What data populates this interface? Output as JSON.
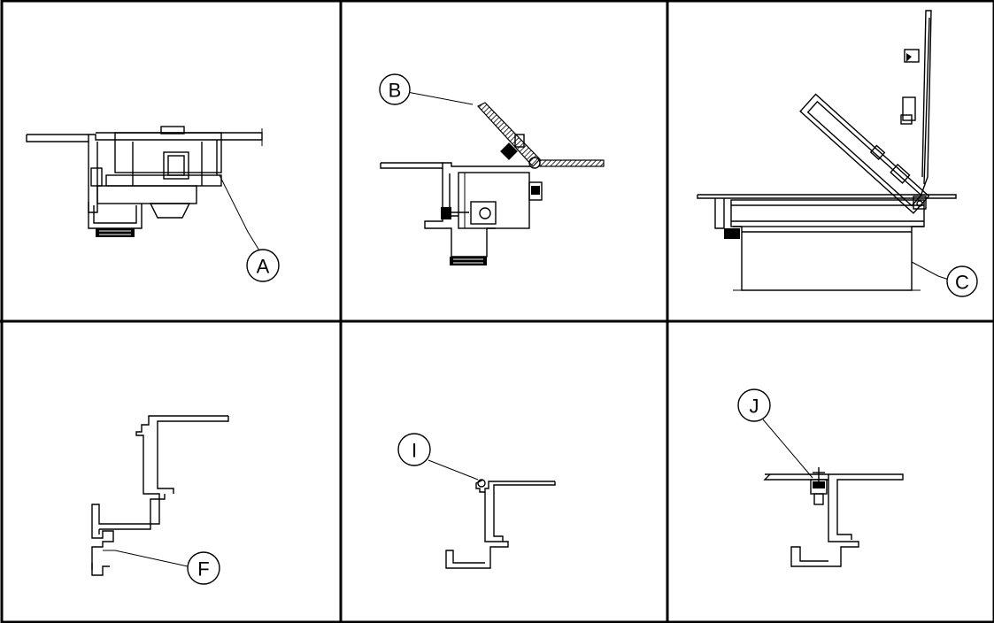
{
  "callouts": {
    "a": "A",
    "b": "B",
    "c": "C",
    "f": "F",
    "i": "I",
    "j": "J"
  },
  "colors": {
    "line": "#000000",
    "background": "#ffffff"
  }
}
